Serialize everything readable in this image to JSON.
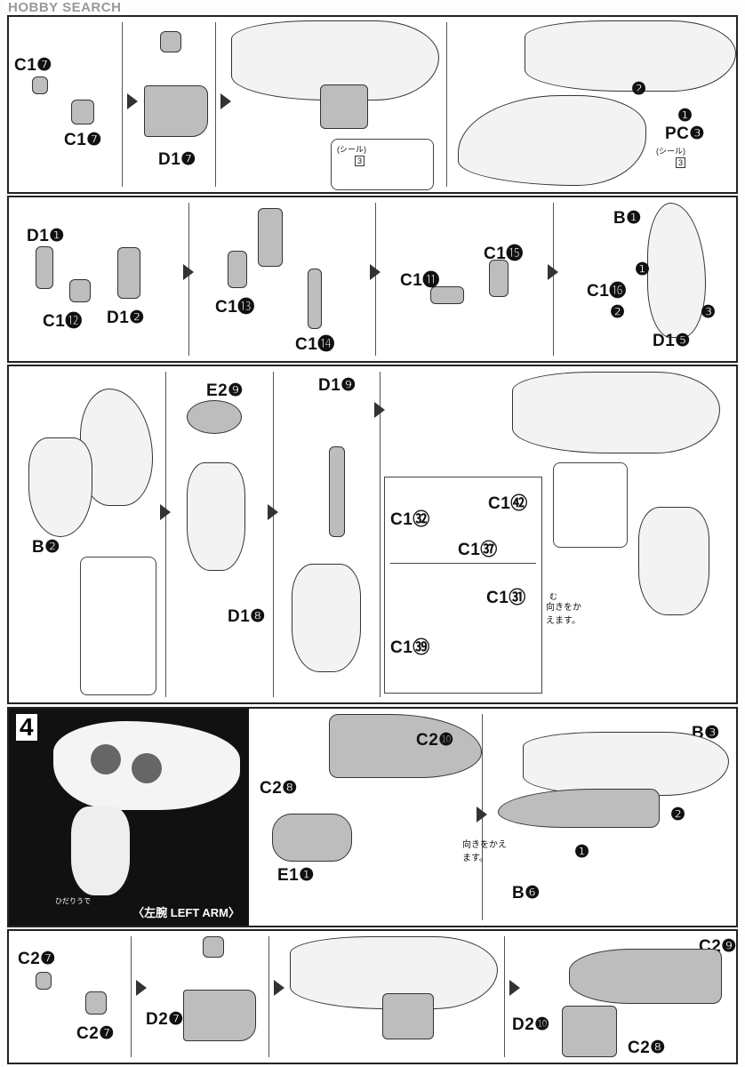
{
  "watermark": "HOBBY SEARCH",
  "row1": {
    "c17a": "C1❼",
    "c17b": "C1❼",
    "d17": "D1❼",
    "pc3": "PC❸",
    "step1": "❶",
    "step2": "❷",
    "seal_a": "(シール)",
    "seal_a_num": "3",
    "seal_b": "(シール)",
    "seal_b_num": "3"
  },
  "row2": {
    "d11": "D1❶",
    "c112": "C1⓬",
    "d12": "D1❷",
    "c113": "C1⓭",
    "c114": "C1⓮",
    "c111": "C1⓫",
    "c115": "C1⓯",
    "b1": "B❶",
    "c116": "C1⓰",
    "d15": "D1❺",
    "step1": "❶",
    "step2": "❷",
    "step3": "❸"
  },
  "row3": {
    "b2": "B❷",
    "e29": "E2❾",
    "d18": "D1❽",
    "d19": "D1❾",
    "c132": "C1㉜",
    "c142": "C1㊷",
    "c137": "C1㊲",
    "c131": "C1㉛",
    "c139": "C1㊴",
    "turn_note": "向きをかえます。",
    "turn_ruby": "む"
  },
  "row4": {
    "step_number": "4",
    "caption": "〈左腕 LEFT ARM〉",
    "caption_ruby": "ひだりうで",
    "c210": "C2❿",
    "c28": "C2❽",
    "e11": "E1❶",
    "b3": "B❸",
    "b6": "B❻",
    "turn_note": "向きをかえます。",
    "step1": "❶",
    "step2": "❷"
  },
  "row5": {
    "c27a": "C2❼",
    "c27b": "C2❼",
    "d27": "D2❼",
    "c29": "C2❾",
    "d210": "D2❿",
    "c28": "C2❽"
  }
}
